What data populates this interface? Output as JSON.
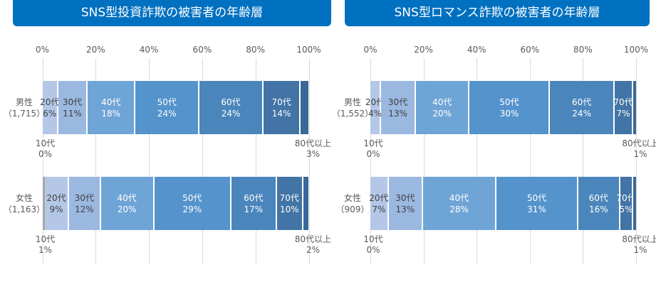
{
  "chart_data": [
    {
      "type": "bar",
      "title": "SNS型投資詐欺の被害者の年齢層",
      "xlim": [
        0,
        100
      ],
      "ticks": [
        "0%",
        "20%",
        "40%",
        "60%",
        "80%",
        "100%"
      ],
      "categories": [
        "10代",
        "20代",
        "30代",
        "40代",
        "50代",
        "60代",
        "70代",
        "80代以上"
      ],
      "colors": [
        "#a6a6a6",
        "#b4c7e7",
        "#9ab8e0",
        "#6fa4d6",
        "#5593cc",
        "#4a86bb",
        "#4274a5",
        "#3a6898"
      ],
      "rows": [
        {
          "label": "男性",
          "count": "（1,715）",
          "values": [
            0,
            6,
            11,
            18,
            24,
            24,
            14,
            3
          ],
          "value_labels": [
            "0%",
            "6%",
            "11%",
            "18%",
            "24%",
            "24%",
            "14%",
            "3%"
          ]
        },
        {
          "label": "女性",
          "count": "（1,163）",
          "values": [
            1,
            9,
            12,
            20,
            29,
            17,
            10,
            2
          ],
          "value_labels": [
            "1%",
            "9%",
            "12%",
            "20%",
            "29%",
            "17%",
            "10%",
            "2%"
          ]
        }
      ]
    },
    {
      "type": "bar",
      "title": "SNS型ロマンス詐欺の被害者の年齢層",
      "xlim": [
        0,
        100
      ],
      "ticks": [
        "0%",
        "20%",
        "40%",
        "60%",
        "80%",
        "100%"
      ],
      "categories": [
        "10代",
        "20代",
        "30代",
        "40代",
        "50代",
        "60代",
        "70代",
        "80代以上"
      ],
      "colors": [
        "#a6a6a6",
        "#b4c7e7",
        "#9ab8e0",
        "#6fa4d6",
        "#5593cc",
        "#4a86bb",
        "#4274a5",
        "#3a6898"
      ],
      "rows": [
        {
          "label": "男性",
          "count": "（1,552）",
          "values": [
            0,
            4,
            13,
            20,
            30,
            24,
            7,
            1
          ],
          "value_labels": [
            "0%",
            "4%",
            "13%",
            "20%",
            "30%",
            "24%",
            "7%",
            "1%"
          ]
        },
        {
          "label": "女性",
          "count": "（909）",
          "values": [
            0,
            7,
            13,
            28,
            31,
            16,
            5,
            1
          ],
          "value_labels": [
            "0%",
            "7%",
            "13%",
            "28%",
            "31%",
            "16%",
            "5%",
            "1%"
          ]
        }
      ]
    }
  ]
}
